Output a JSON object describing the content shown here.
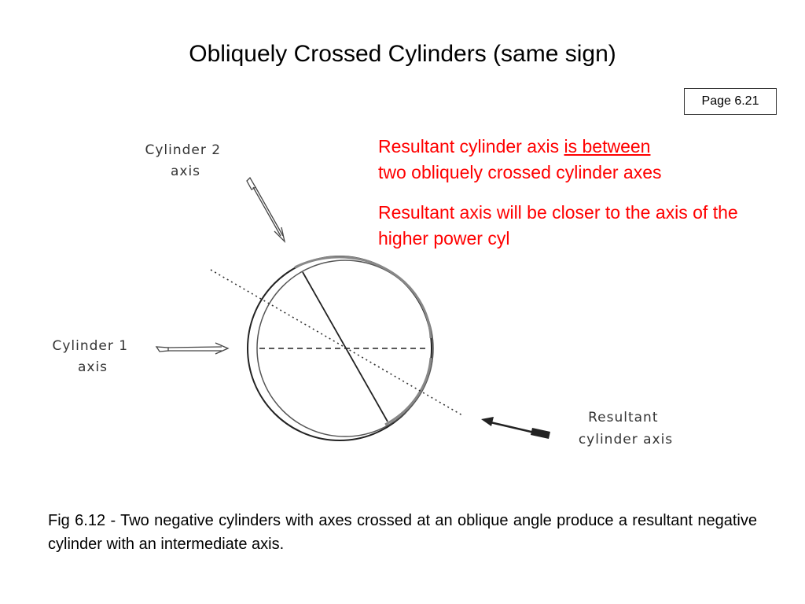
{
  "title": "Obliquely Crossed Cylinders (same sign)",
  "page_ref": "Page 6.21",
  "notes": {
    "line1_before": "Resultant cylinder axis ",
    "line1_underlined": "is between",
    "line1_after": "two obliquely crossed cylinder axes",
    "line2": "Resultant axis will be closer to the axis of the higher power cyl"
  },
  "diagram": {
    "cylinder2_label": [
      "Cylinder 2",
      "axis"
    ],
    "cylinder1_label": [
      "Cylinder 1",
      "axis"
    ],
    "resultant_label": [
      "Resultant",
      "cylinder axis"
    ]
  },
  "caption": "Fig 6.12 -  Two negative cylinders with axes crossed at an oblique angle produce a resultant negative cylinder with an intermediate axis."
}
